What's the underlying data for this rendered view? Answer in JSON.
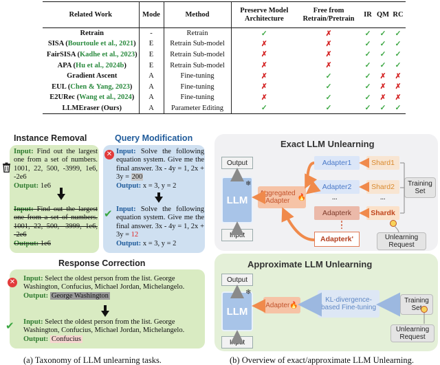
{
  "table": {
    "headers": [
      "Related Work",
      "Mode",
      "Method",
      "Preserve Model Architecture",
      "Free from Retrain/Pretrain",
      "IR",
      "QM",
      "RC"
    ],
    "rows": [
      {
        "name": "Retrain",
        "cite": "",
        "mode": "-",
        "method": "Retrain",
        "pma": "✓",
        "free": "✗",
        "ir": "✓",
        "qm": "✓",
        "rc": "✓"
      },
      {
        "name": "SISA",
        "cite": "Bourtoule et al., 2021",
        "mode": "E",
        "method": "Retrain Sub-model",
        "pma": "✗",
        "free": "✗",
        "ir": "✓",
        "qm": "✓",
        "rc": "✓"
      },
      {
        "name": "FairSISA",
        "cite": "Kadhe et al., 2023",
        "mode": "E",
        "method": "Retrain Sub-model",
        "pma": "✗",
        "free": "✗",
        "ir": "✓",
        "qm": "✓",
        "rc": "✓"
      },
      {
        "name": "APA",
        "cite": "Hu et al., 2024b",
        "mode": "E",
        "method": "Retrain Sub-model",
        "pma": "✗",
        "free": "✗",
        "ir": "✓",
        "qm": "✓",
        "rc": "✓"
      },
      {
        "name": "Gradient Ascent",
        "cite": "",
        "mode": "A",
        "method": "Fine-tuning",
        "pma": "✗",
        "free": "✓",
        "ir": "✓",
        "qm": "✗",
        "rc": "✗"
      },
      {
        "name": "EUL",
        "cite": "Chen & Yang, 2023",
        "mode": "A",
        "method": "Fine-tuning",
        "pma": "✗",
        "free": "✓",
        "ir": "✓",
        "qm": "✗",
        "rc": "✗"
      },
      {
        "name": "E2URec",
        "cite": "Wang et al., 2024",
        "mode": "A",
        "method": "Fine-tuning",
        "pma": "✗",
        "free": "✓",
        "ir": "✓",
        "qm": "✗",
        "rc": "✗"
      },
      {
        "name": "LLMEraser (Ours)",
        "cite": "",
        "mode": "A",
        "method": "Parameter Editing",
        "pma": "✓",
        "free": "✓",
        "ir": "✓",
        "qm": "✓",
        "rc": "✓"
      }
    ]
  },
  "instance_removal": {
    "title": "Instance Removal",
    "input_label": "Input:",
    "input_text": "Find out the largest one from a set of numbers. 1001, 22, 500, -3999, 1e6, -2e6",
    "output_label": "Output:",
    "output_text": "1e6",
    "input_struck": "Find out the largest one from a set of numbers. 1001, 22, 500, -3999, 1e6, -2e6",
    "output_struck": "1e6"
  },
  "query_modification": {
    "title": "Query Modification",
    "input_label": "Input:",
    "input_text_a": "Solve the following equation system. Give me the final answer. 3x - 4y = 1, 2x + 3y = ",
    "input_value_a": "200",
    "output_label": "Output:",
    "output_text_a": "x = 3, y = 2",
    "input_text_b": "Solve the following equation system. Give me the final answer. 3x - 4y = 1, 2x + 3y = ",
    "input_value_b": "12",
    "output_text_b": "x = 3, y = 2"
  },
  "response_correction": {
    "title": "Response Correction",
    "input_label": "Input:",
    "input_text": "Select the oldest person from the list. George Washington, Confucius, Michael Jordan, Michelangelo.",
    "output_label": "Output:",
    "output_wrong": "George Washington",
    "output_right": "Confucius"
  },
  "exact": {
    "title": "Exact LLM Unlearning",
    "output": "Output",
    "llm": "LLM",
    "input": "Input",
    "aggregated": "Aggregated Adapter",
    "adapters": [
      "Adapter1",
      "Adapter2",
      "Adapterk"
    ],
    "shards": [
      "Shard1",
      "Shard2",
      "Shardk"
    ],
    "adapterk_prime": "Adapterk'",
    "training_set": "Training Set",
    "unlearning_request": "Unlearning Request",
    "dots": "..."
  },
  "approx": {
    "title": "Approximate LLM Unlearning",
    "output": "Output",
    "llm": "LLM",
    "input": "Input",
    "adapter": "Adapter",
    "kl": "KL-divergence-based Fine-tuning",
    "training_set": "Training Set",
    "unlearning_request": "Unlearning Request"
  },
  "captions": {
    "left": "(a) Taxonomy of LLM unlearning tasks.",
    "right": "(b) Overview of exact/approximate LLM Unlearning."
  },
  "colors": {
    "check": "#3aa641",
    "cross": "#d42424",
    "citation": "#2a8a3e",
    "green_card": "#d9ebc2",
    "blue_card": "#cfe0f1"
  }
}
